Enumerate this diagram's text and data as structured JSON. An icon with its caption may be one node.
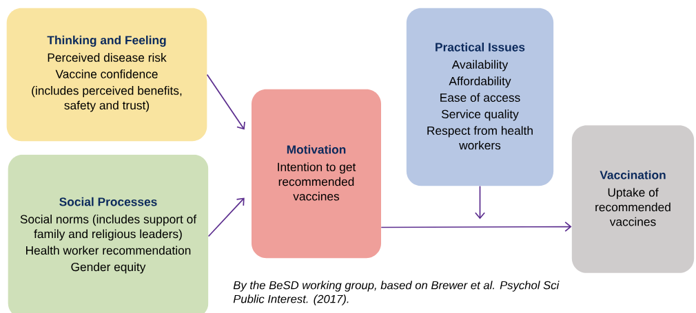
{
  "diagram": {
    "caption": "By the BeSD working group, based on Brewer et al. Psychol Sci Public Interest. (2017).",
    "nodes": [
      {
        "text": [
          "Thinking and Feeling",
          "Perceived disease risk",
          "Vaccine confidence",
          "(includes perceived benefits, safety and trust)"
        ]
      },
      {
        "text": [
          "Social Processes",
          "Social norms (includes support of family and religious leaders)",
          "Health worker recommendation",
          "Gender equity"
        ]
      },
      {
        "text": [
          "Motivation",
          "Intention to get recommended vaccines"
        ]
      },
      {
        "text": [
          "Practical Issues",
          "Availability",
          "Affordability",
          "Ease of access",
          "Service quality",
          "Respect from health workers"
        ]
      },
      {
        "text": [
          "Vaccination",
          "Uptake of recommended vaccines"
        ]
      }
    ],
    "edges": [
      {
        "from": 0,
        "to": 2,
        "arrow": "to"
      },
      {
        "from": 1,
        "to": 2,
        "arrow": "to"
      },
      {
        "from": 2,
        "to": 4,
        "arrow": "to"
      },
      {
        "from": 3,
        "to": null,
        "arrow": "to"
      }
    ]
  }
}
